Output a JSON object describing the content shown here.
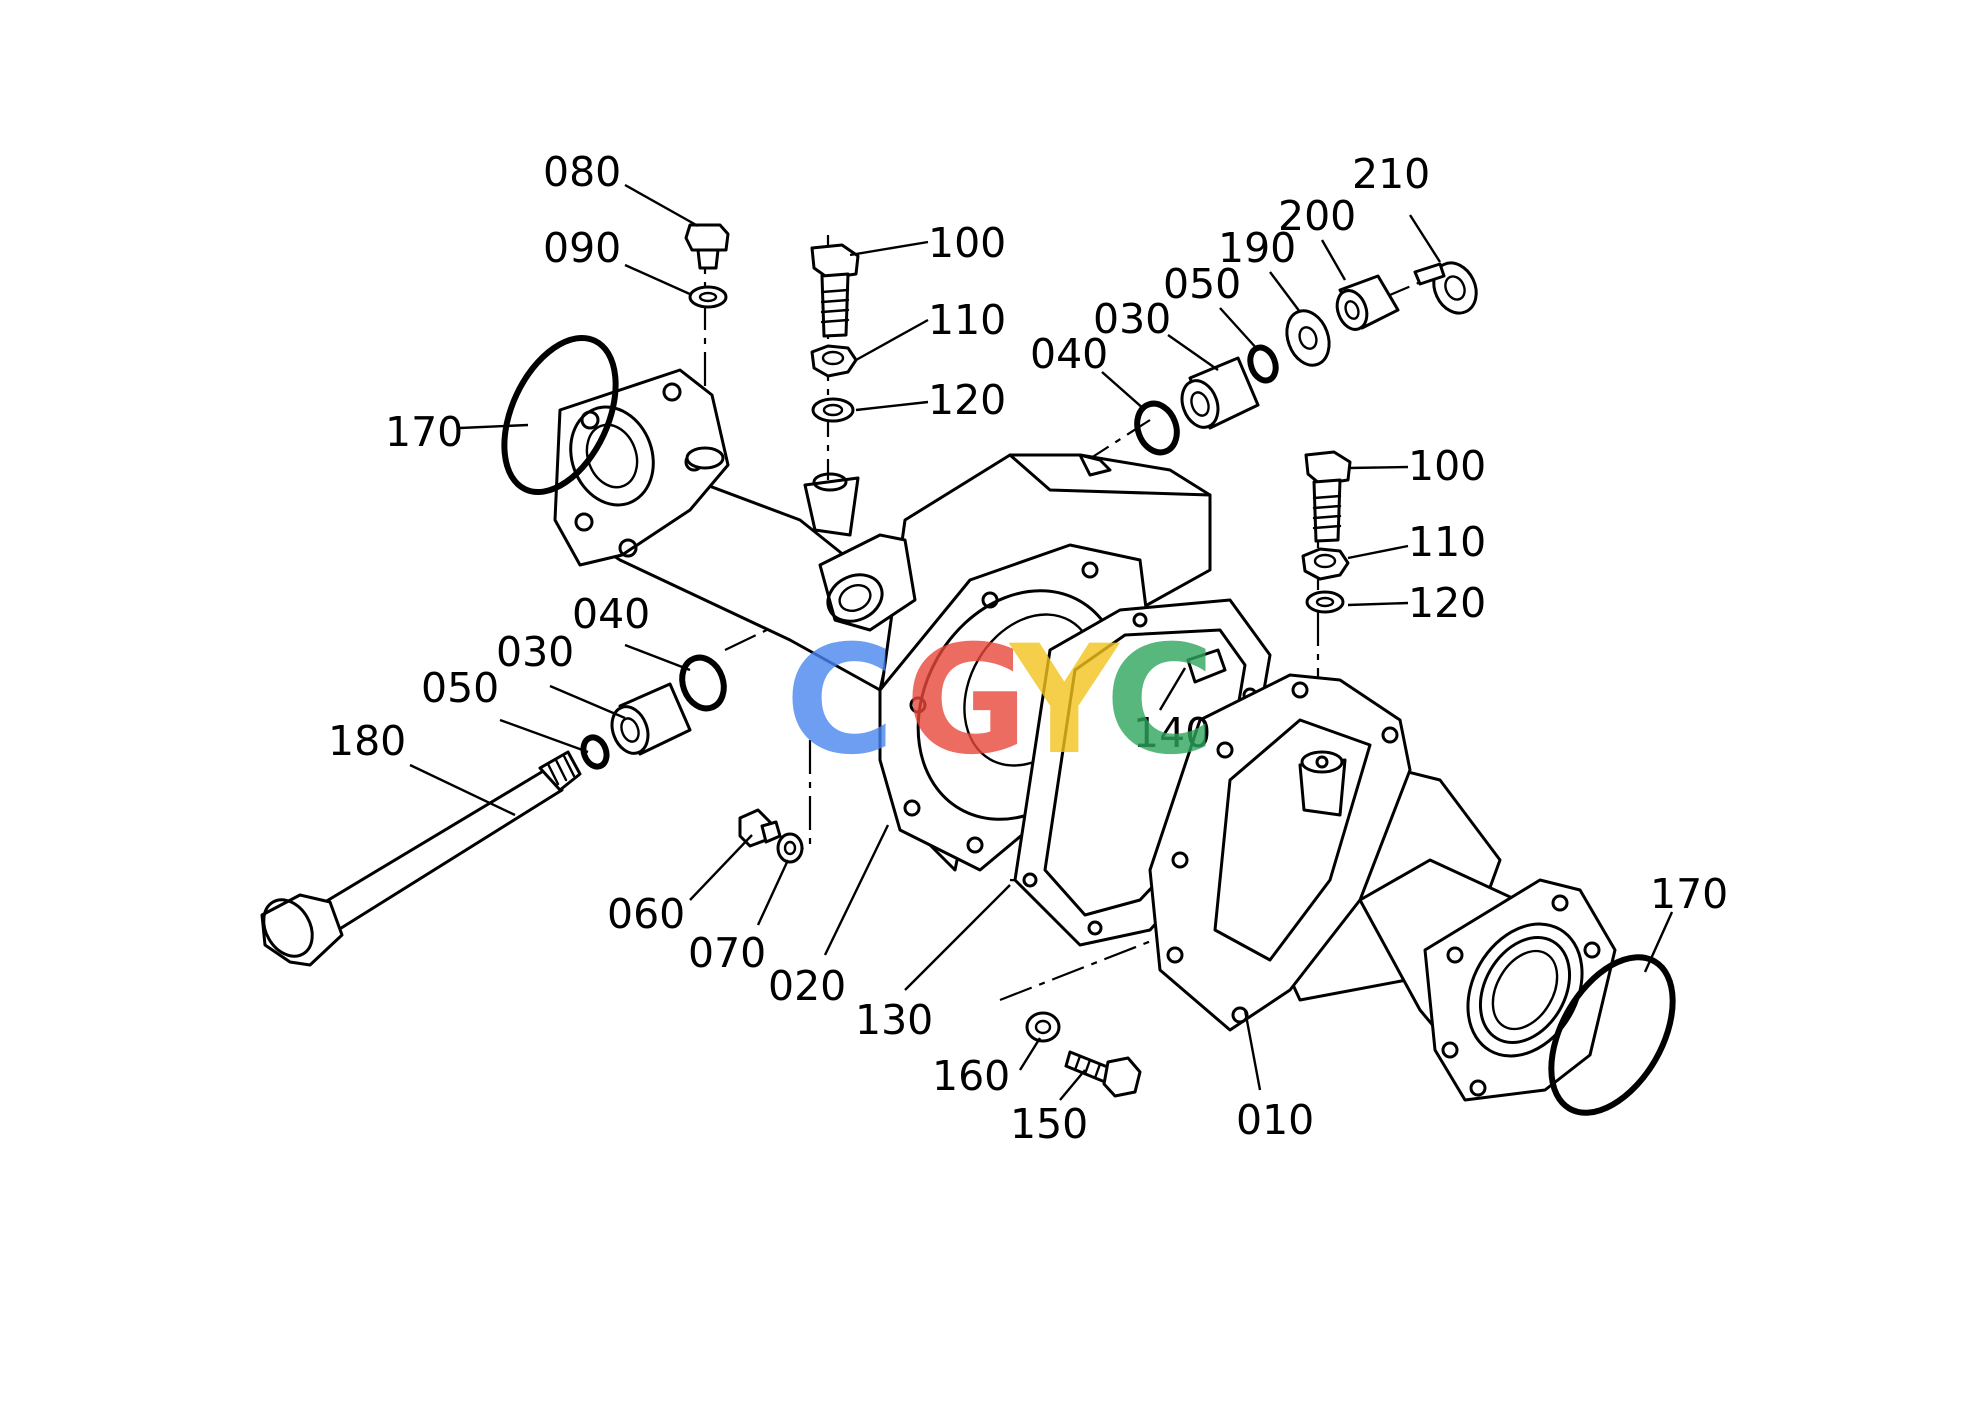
{
  "watermark": {
    "letters": [
      "C",
      "G",
      "Y",
      "C"
    ],
    "colors": [
      "#4a86f0",
      "#e8483a",
      "#f3c41c",
      "#2fa65c"
    ]
  },
  "labels": {
    "l010": "010",
    "l020": "020",
    "l030a": "030",
    "l030b": "030",
    "l040a": "040",
    "l040b": "040",
    "l050a": "050",
    "l050b": "050",
    "l060": "060",
    "l070": "070",
    "l080": "080",
    "l090": "090",
    "l100a": "100",
    "l100b": "100",
    "l110a": "110",
    "l110b": "110",
    "l120a": "120",
    "l120b": "120",
    "l130": "130",
    "l140": "140",
    "l150": "150",
    "l160": "160",
    "l170a": "170",
    "l170b": "170",
    "l180": "180",
    "l190": "190",
    "l200": "200",
    "l210": "210"
  }
}
